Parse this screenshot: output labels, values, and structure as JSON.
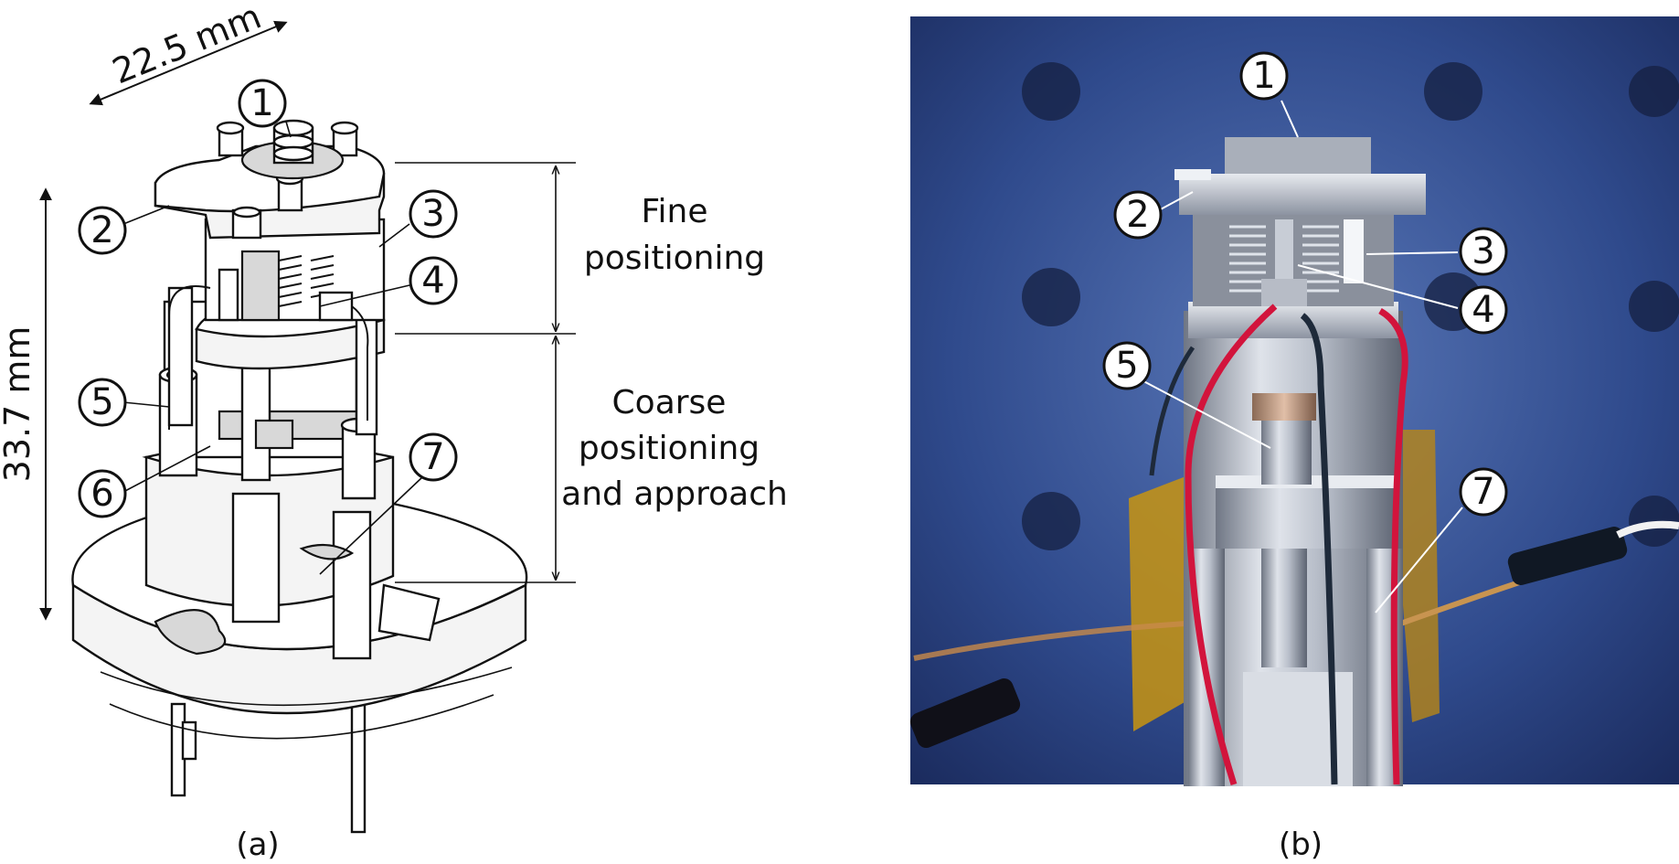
{
  "panel_a": {
    "caption": "(a)",
    "width_dimension": "22.5 mm",
    "height_dimension": "33.7 mm",
    "fine_label_line1": "Fine",
    "fine_label_line2": "positioning",
    "coarse_label_line1": "Coarse",
    "coarse_label_line2": "positioning",
    "coarse_label_line3": "and approach",
    "callouts": [
      "1",
      "2",
      "3",
      "4",
      "5",
      "6",
      "7"
    ]
  },
  "panel_b": {
    "caption": "(b)",
    "callouts": [
      "1",
      "2",
      "3",
      "4",
      "5",
      "7"
    ]
  },
  "colors": {
    "photo_background": "#2f4a8c",
    "wire_red": "#d2143c",
    "wire_black": "#1e2a3a",
    "kapton": "#c89410",
    "metal": "#c8cdd6"
  }
}
